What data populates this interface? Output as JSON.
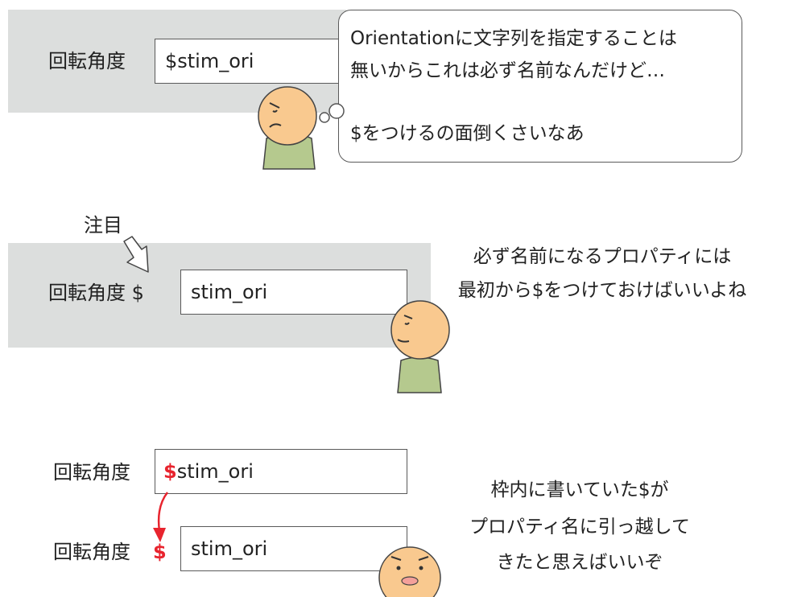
{
  "panel1": {
    "label": "回転角度",
    "field_value": "$stim_ori",
    "bubble_lines": [
      "Orientationに文字列を指定することは",
      "無いからこれは必ず名前なんだけど…",
      "$をつけるの面倒くさいなあ"
    ]
  },
  "panel2": {
    "note": "注目",
    "label": "回転角度 $",
    "field_value": "stim_ori",
    "comment_lines": [
      "必ず名前になるプロパティには",
      "最初から$をつけておけばいいよね"
    ]
  },
  "panel3": {
    "label_top": "回転角度",
    "field_top_dollar": "$",
    "field_top_rest": "stim_ori",
    "label_bottom": "回転角度",
    "dollar": "$",
    "field_bottom": "stim_ori",
    "comment_lines": [
      "枠内に書いていた$が",
      "プロパティ名に引っ越して",
      "きたと思えばいいぞ"
    ]
  },
  "colors": {
    "panel_bg": "#dcdedd",
    "face": "#f9c98f",
    "shirt": "#b5c98e",
    "accent_red": "#e8242e",
    "mouth": "#f4a09a"
  }
}
